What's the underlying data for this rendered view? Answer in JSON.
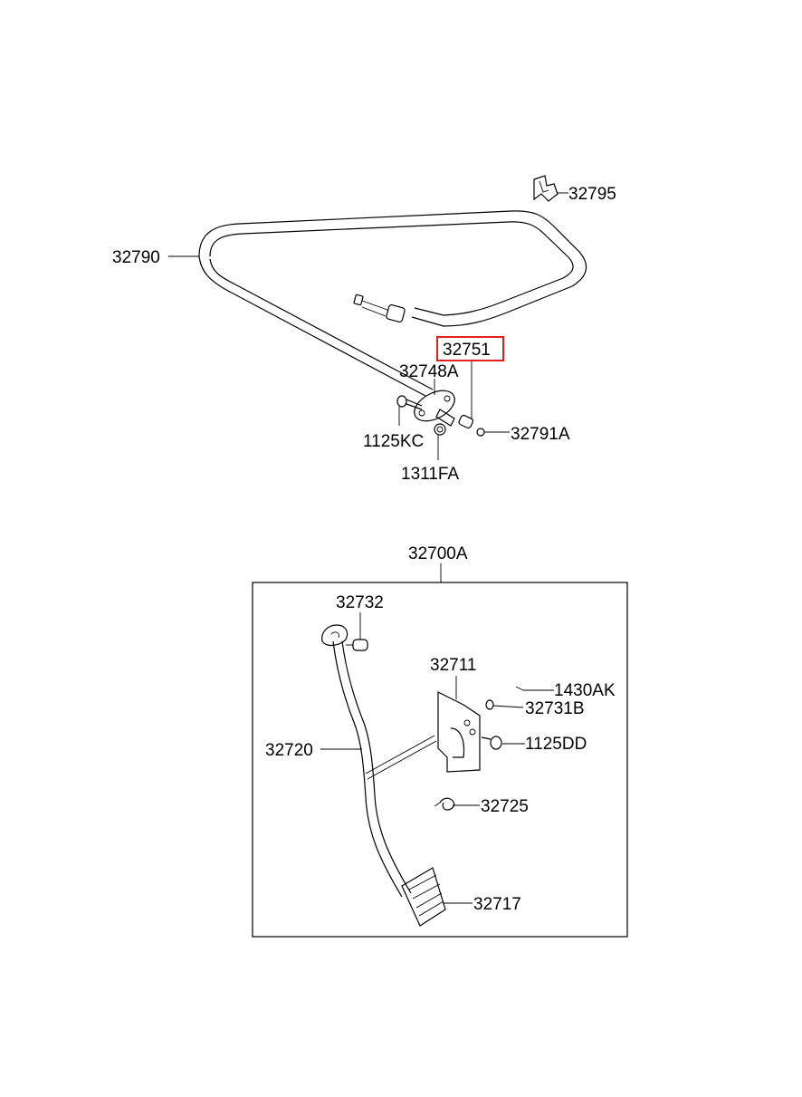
{
  "parts": {
    "p32795": "32795",
    "p32790": "32790",
    "p32751": "32751",
    "p32748A": "32748A",
    "p1125KC": "1125KC",
    "p32791A": "32791A",
    "p1311FA": "1311FA",
    "p32700A": "32700A",
    "p32732": "32732",
    "p32711": "32711",
    "p1430AK": "1430AK",
    "p32731B": "32731B",
    "p32720": "32720",
    "p1125DD": "1125DD",
    "p32725": "32725",
    "p32717": "32717"
  },
  "highlight": {
    "part": "32751",
    "color": "#e02020"
  },
  "icons": {
    "cable": "cable-loop-drawing",
    "clip": "clip-drawing",
    "pedal": "pedal-arm-drawing",
    "bracket": "bracket-drawing"
  }
}
